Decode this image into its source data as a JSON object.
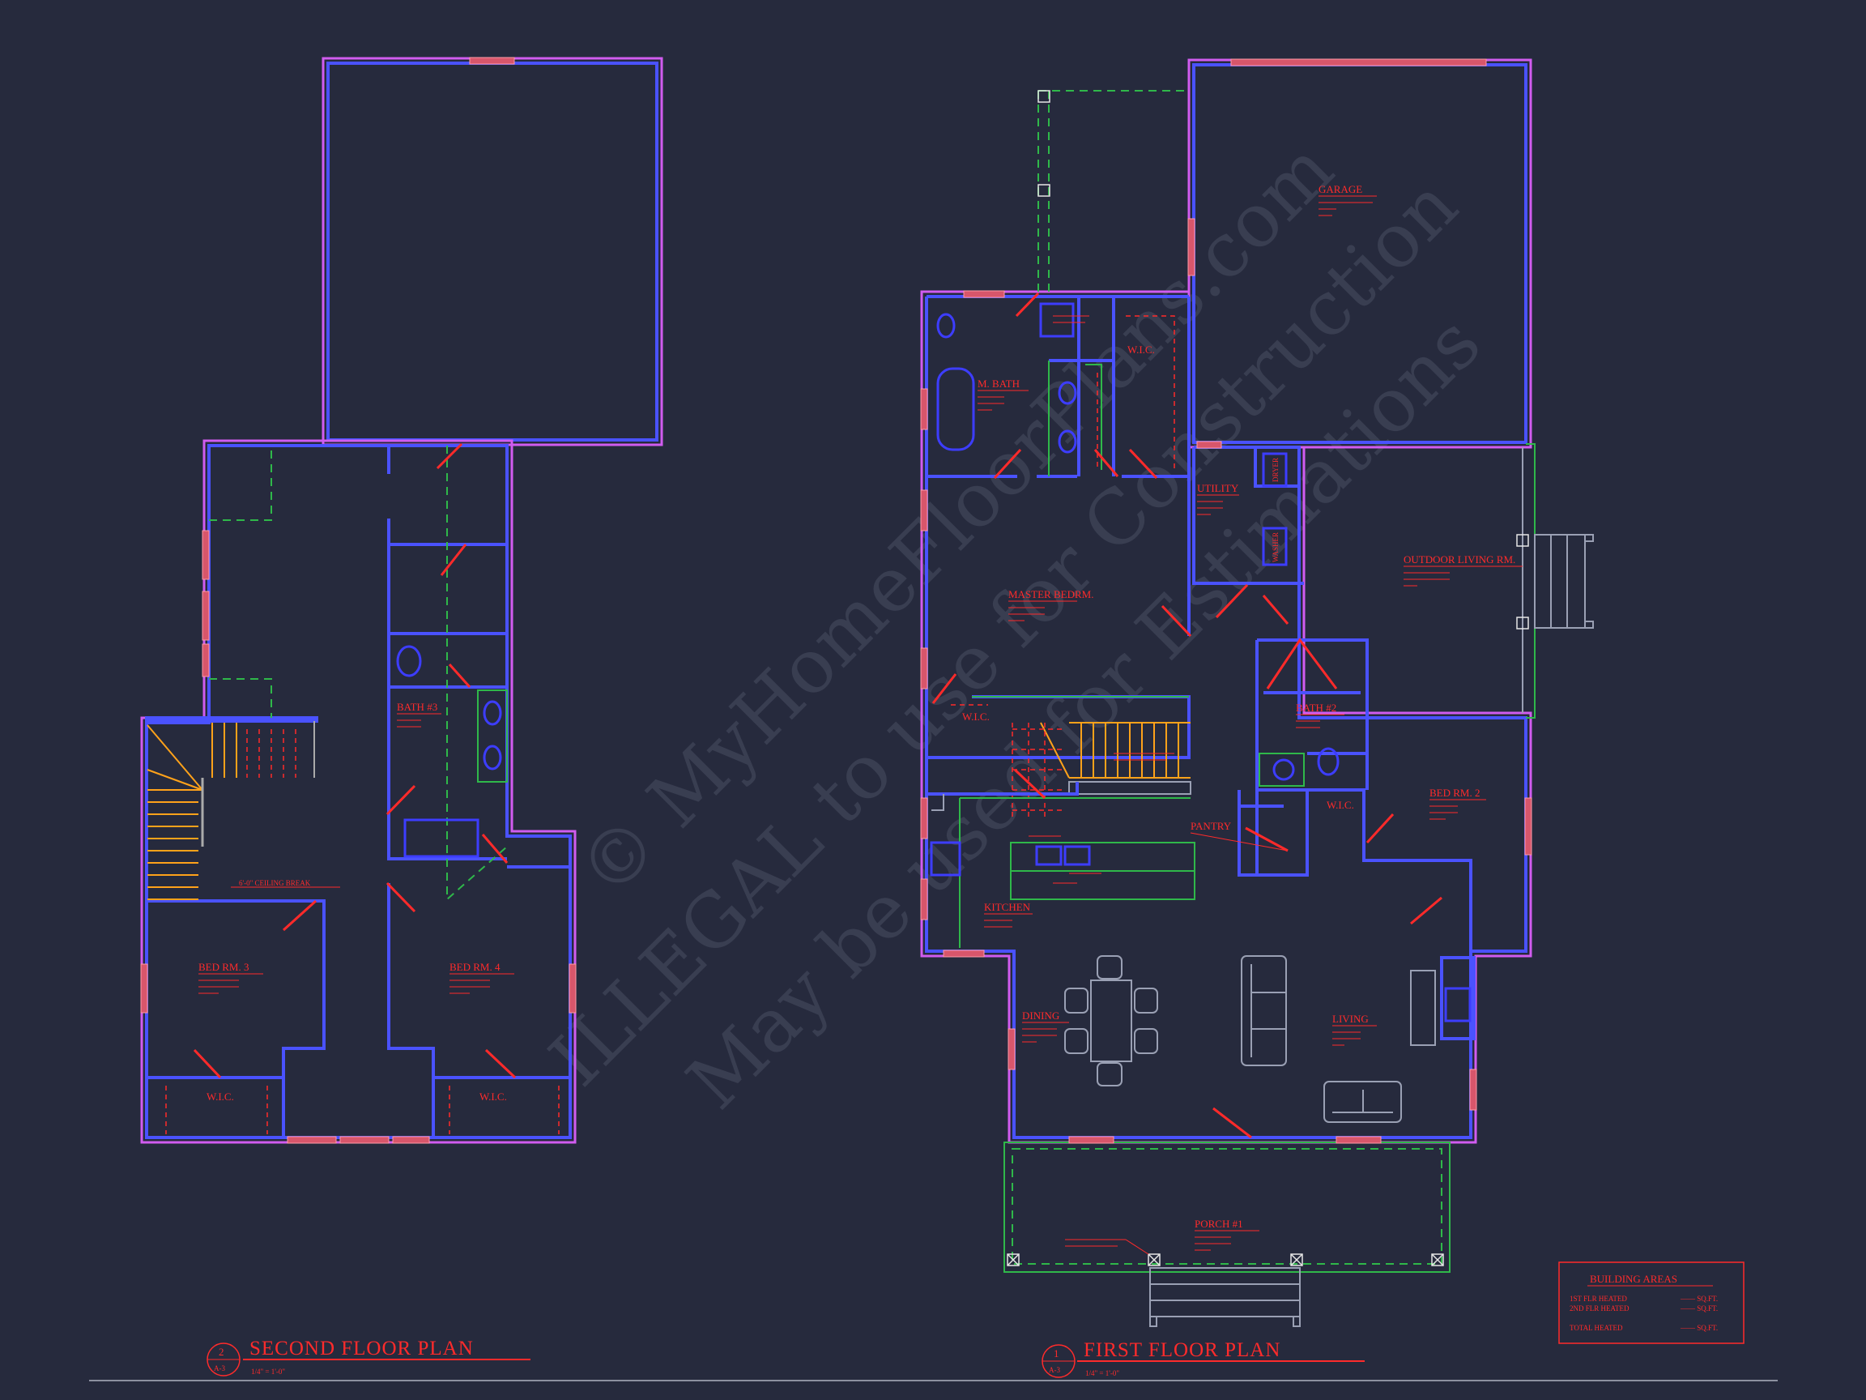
{
  "colors": {
    "background": "#262a3d",
    "wall_outer": "#d15cf0",
    "wall_inner": "#4a52ff",
    "annotation_red": "#ff2b2b",
    "stair_orange": "#ffa21a",
    "dashed_green": "#2fb84a",
    "watermark": "#5a5f74"
  },
  "watermark": {
    "line1": "© MyHomeFloorPlans.com",
    "line2": "ILLEGAL to use for Construction",
    "line3": "May be used for Estimations"
  },
  "second_floor": {
    "title": "SECOND FLOOR PLAN",
    "scale": "1/4\" = 1'-0\"",
    "marker_number": "2",
    "marker_sheet": "A-3",
    "rooms": [
      {
        "name": "BED RM. 3"
      },
      {
        "name": "BED RM. 4"
      },
      {
        "name": "BATH #3"
      },
      {
        "name": "W.I.C."
      },
      {
        "name": "W.I.C."
      }
    ],
    "note": "6'-0\" CEILING BREAK"
  },
  "first_floor": {
    "title": "FIRST FLOOR PLAN",
    "scale": "1/4\" = 1'-0\"",
    "marker_number": "1",
    "marker_sheet": "A-3",
    "rooms": [
      {
        "name": "GARAGE"
      },
      {
        "name": "W.I.C."
      },
      {
        "name": "M. BATH"
      },
      {
        "name": "UTILITY"
      },
      {
        "name": "MASTER BEDRM."
      },
      {
        "name": "OUTDOOR LIVING RM."
      },
      {
        "name": "W.I.C."
      },
      {
        "name": "BATH #2"
      },
      {
        "name": "BED RM. 2"
      },
      {
        "name": "W.I.C."
      },
      {
        "name": "PANTRY"
      },
      {
        "name": "KITCHEN"
      },
      {
        "name": "DINING"
      },
      {
        "name": "LIVING"
      },
      {
        "name": "PORCH #1"
      }
    ],
    "fixture_labels": {
      "dryer": "DRYER",
      "washer": "WASHER"
    }
  },
  "building_areas": {
    "title": "BUILDING AREAS",
    "rows": [
      {
        "label": "1ST FLR HEATED",
        "value": "—— SQ.FT."
      },
      {
        "label": "2ND FLR HEATED",
        "value": "—— SQ.FT."
      },
      {
        "label": "TOTAL HEATED",
        "value": "—— SQ.FT."
      }
    ]
  }
}
